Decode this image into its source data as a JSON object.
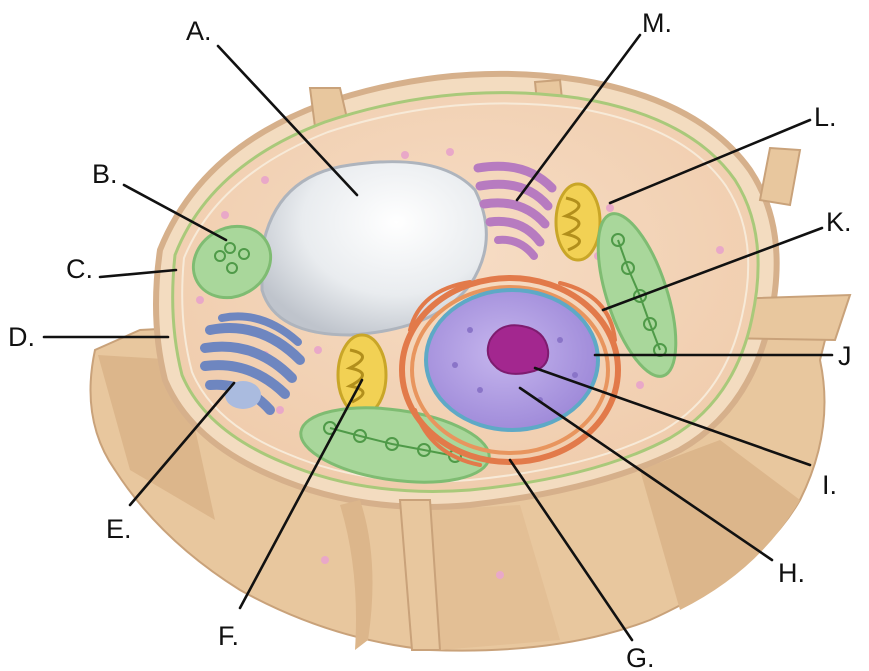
{
  "figure": {
    "labels": {
      "A": "A.",
      "B": "B.",
      "C": "C.",
      "D": "D.",
      "E": "E.",
      "F": "F.",
      "G": "G.",
      "H": "H.",
      "I": "I.",
      "J": "J",
      "K": "K.",
      "L": "L.",
      "M": "M."
    }
  }
}
